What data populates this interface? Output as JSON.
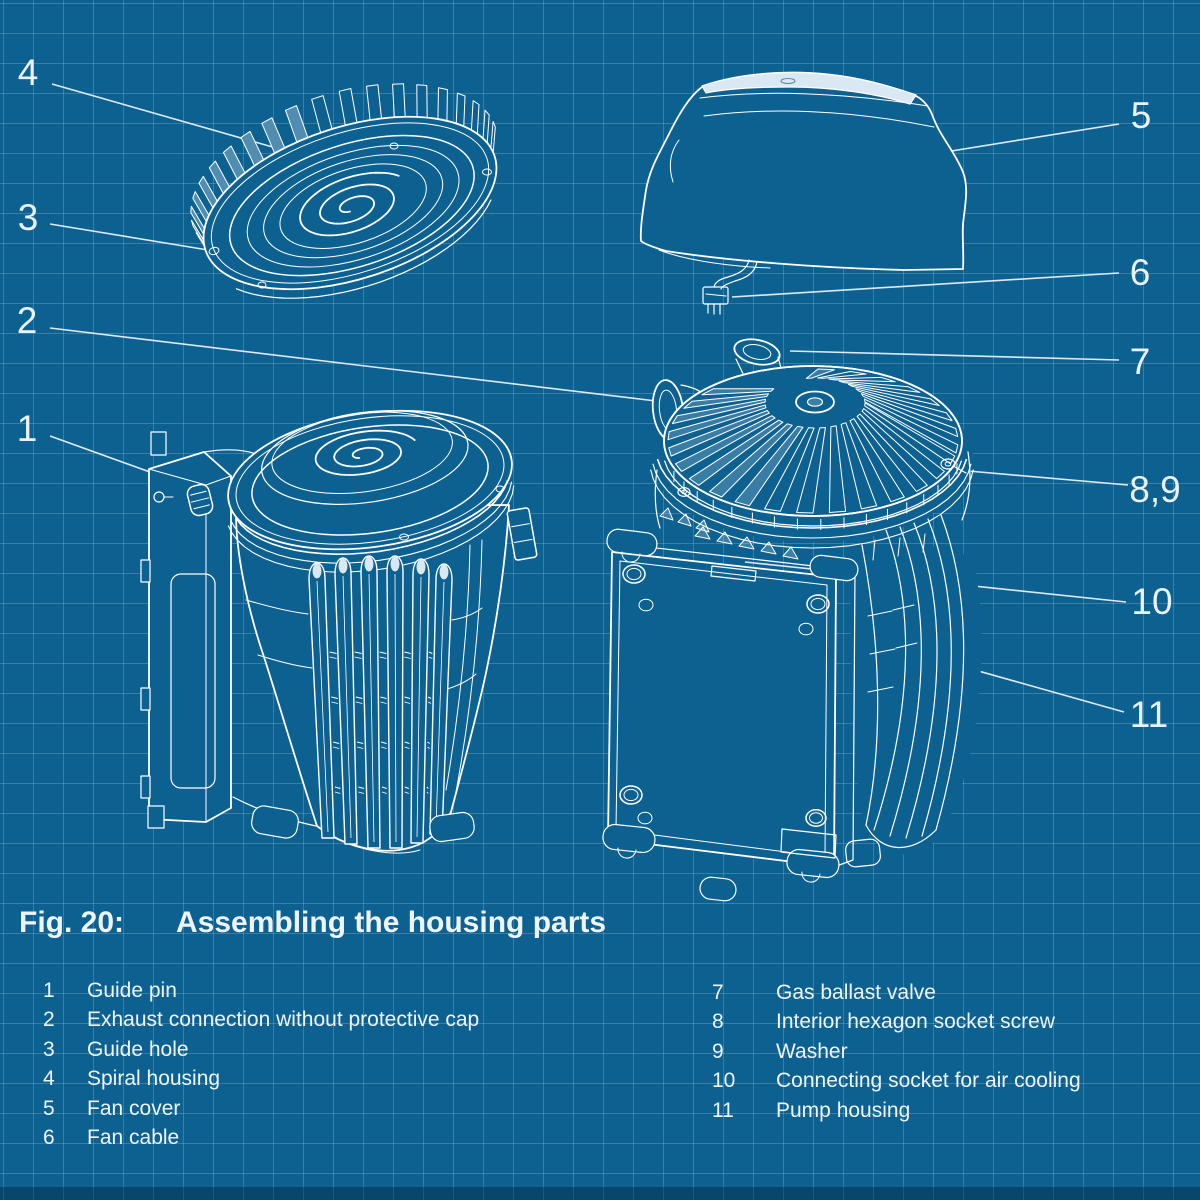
{
  "figure": {
    "label": "Fig. 20:",
    "title": "Assembling the housing parts"
  },
  "callouts": {
    "c1": "1",
    "c2": "2",
    "c3": "3",
    "c4": "4",
    "c5": "5",
    "c6": "6",
    "c7": "7",
    "c89": "8,9",
    "c10": "10",
    "c11": "11"
  },
  "legend": {
    "left": [
      {
        "num": "1",
        "label": "Guide pin"
      },
      {
        "num": "2",
        "label": "Exhaust connection without protective cap"
      },
      {
        "num": "3",
        "label": "Guide hole"
      },
      {
        "num": "4",
        "label": "Spiral housing"
      },
      {
        "num": "5",
        "label": "Fan cover"
      },
      {
        "num": "6",
        "label": "Fan cable"
      }
    ],
    "right": [
      {
        "num": "7",
        "label": "Gas ballast valve"
      },
      {
        "num": "8",
        "label": "Interior hexagon socket screw"
      },
      {
        "num": "9",
        "label": "Washer"
      },
      {
        "num": "10",
        "label": "Connecting socket for air cooling"
      },
      {
        "num": "11",
        "label": "Pump housing"
      }
    ]
  },
  "colors": {
    "background": "#0d6191",
    "grid_line": "#3f83ad",
    "line_art": "#ffffff",
    "text": "#eef4f8"
  }
}
